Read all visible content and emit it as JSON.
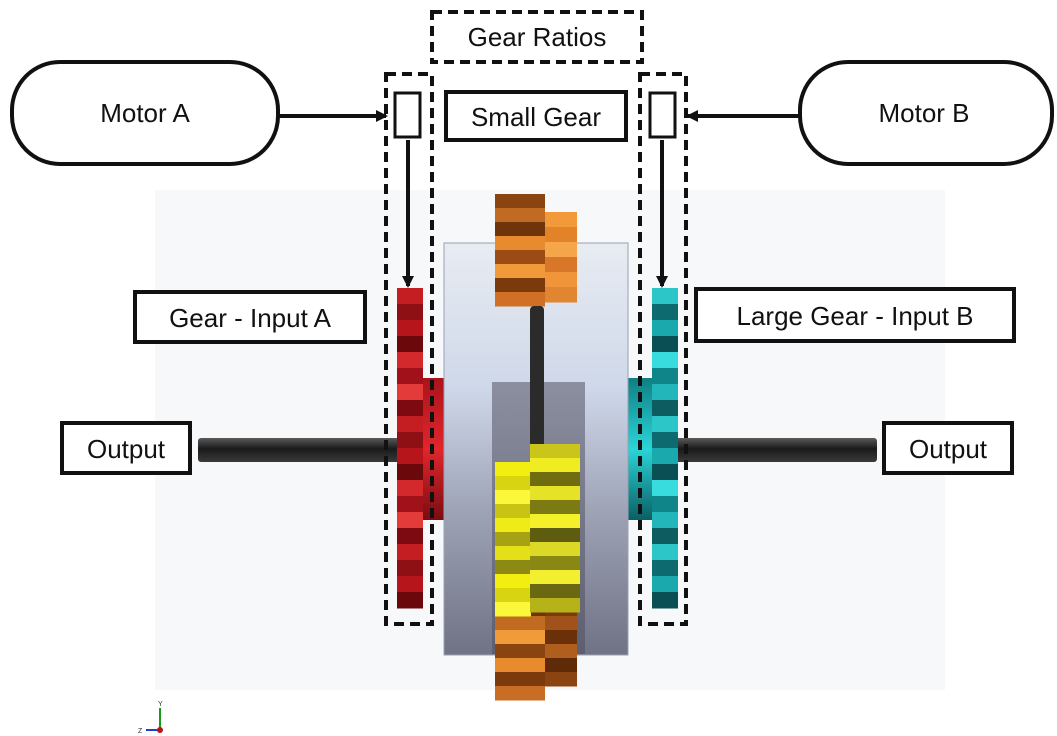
{
  "labels": {
    "gear_ratios": "Gear Ratios",
    "small_gear": "Small Gear",
    "motor_a": "Motor A",
    "motor_b": "Motor B",
    "gear_input_a": "Gear - Input A",
    "large_gear_input_b": "Large Gear - Input B",
    "output_left": "Output",
    "output_right": "Output"
  },
  "axis_triad": {
    "y": "Y",
    "z": "Z"
  },
  "colors": {
    "red_gear": "#c8161c",
    "teal_gear": "#1fb8bc",
    "orange_gear": "#e98a2c",
    "yellow_gear": "#e6e200",
    "housing": "#cfd6e4",
    "shaft": "#222222"
  }
}
